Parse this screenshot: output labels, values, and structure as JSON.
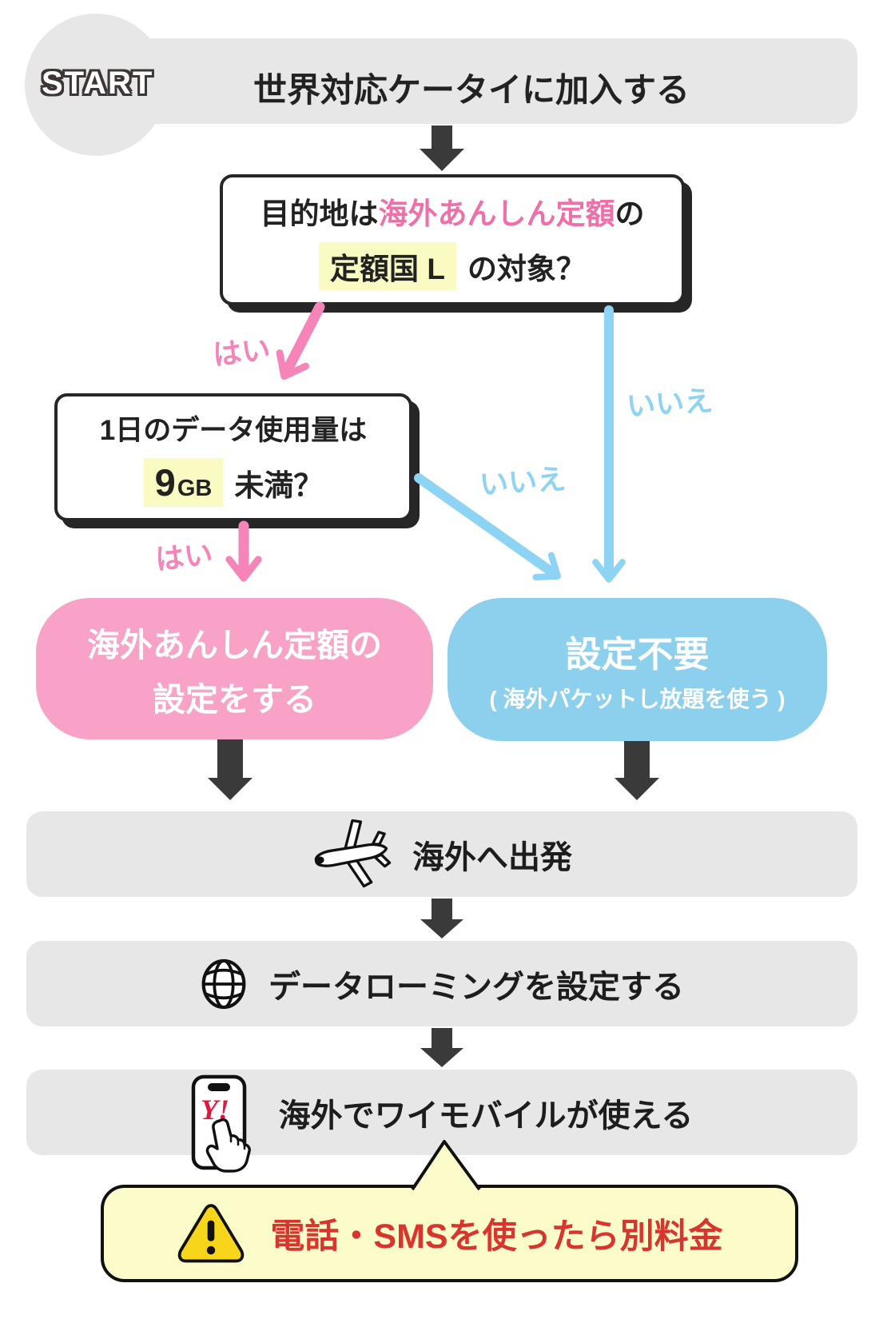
{
  "colors": {
    "gray": "#e7e7e7",
    "dark": "#3a3a3a",
    "line": "#222222",
    "pink": "#f585b8",
    "pink-box": "#f8a2c8",
    "pink-em": "#ef6fa8",
    "blue": "#8dd3f3",
    "blue-box": "#8cd0ee",
    "highlight": "#fafbc2",
    "bubble": "#fbfcc9",
    "warn": "#f6d51a",
    "red": "#d9352f",
    "brand-red": "#e3173d"
  },
  "start": {
    "badge": "START",
    "title": "世界対応ケータイに加入する"
  },
  "q1": {
    "prefix": "目的地は",
    "emphasis": "海外あんしん定額",
    "mid": "の",
    "highlight": "定額国 L",
    "suffix": "の対象？"
  },
  "q2": {
    "line1": "1日のデータ使用量は",
    "value": "9",
    "unit": "GB",
    "suffix": "未満？"
  },
  "branch_labels": {
    "yes1": "はい",
    "no1": "いいえ",
    "yes2": "はい",
    "no2": "いいえ"
  },
  "results": {
    "yes": {
      "line1": "海外あんしん定額の",
      "line2": "設定をする"
    },
    "no": {
      "line1": "設定不要",
      "line2": "( 海外パケットし放題を使う )"
    }
  },
  "steps": [
    {
      "label": "海外へ出発"
    },
    {
      "label": "データローミングを設定する"
    },
    {
      "label": "海外でワイモバイルが使える"
    }
  ],
  "phone": {
    "logo": "Y!"
  },
  "warning": {
    "text": "電話・SMSを使ったら別料金"
  }
}
